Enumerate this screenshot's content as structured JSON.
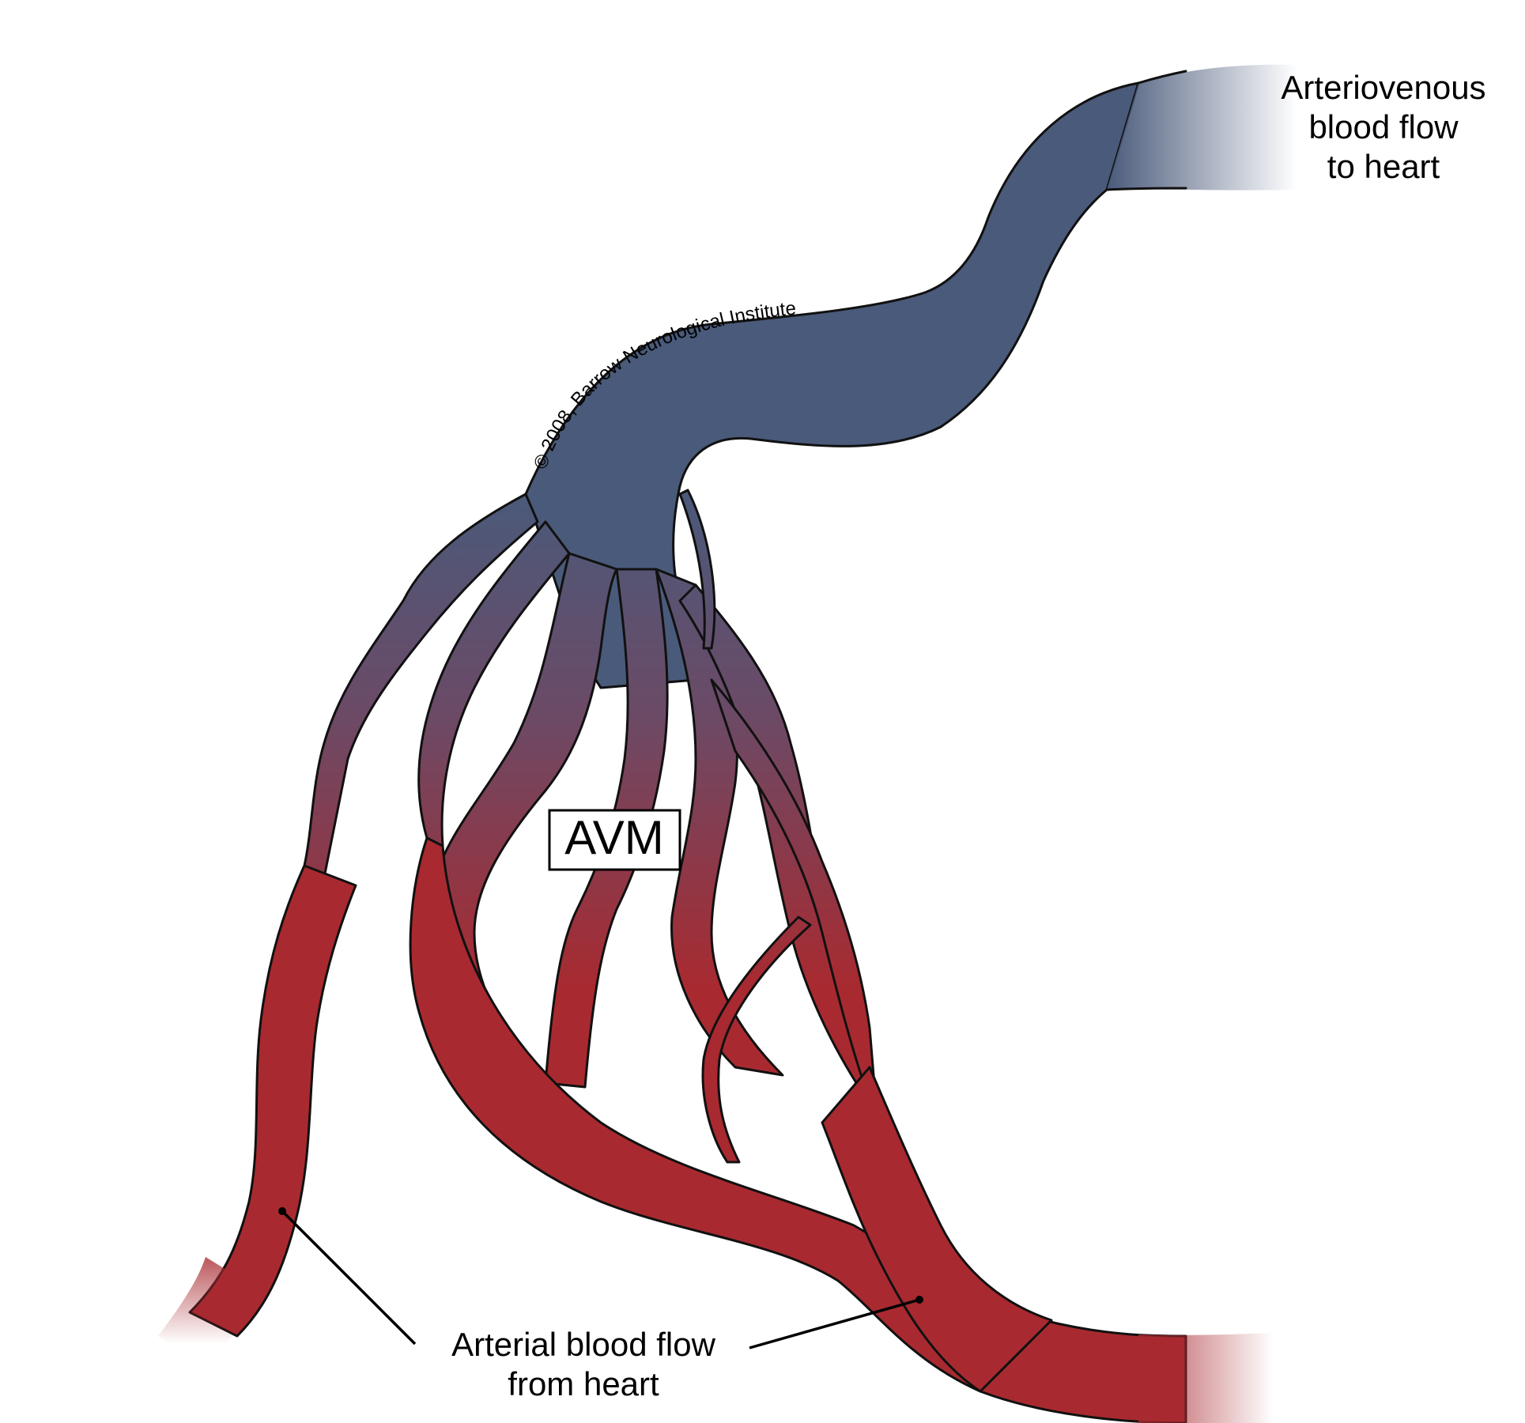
{
  "labels": {
    "venous_line1": "Arteriovenous",
    "venous_line2": "blood flow",
    "venous_line3": "to heart",
    "arterial_line1": "Arterial blood flow",
    "arterial_line2": "from heart",
    "avm": "AVM",
    "copyright": "© 2008, Barrow Neurological Institute"
  },
  "colors": {
    "venous": "#4a5a7a",
    "mixed": "#6b4a66",
    "arterial": "#a82a30",
    "outline": "#111111"
  }
}
